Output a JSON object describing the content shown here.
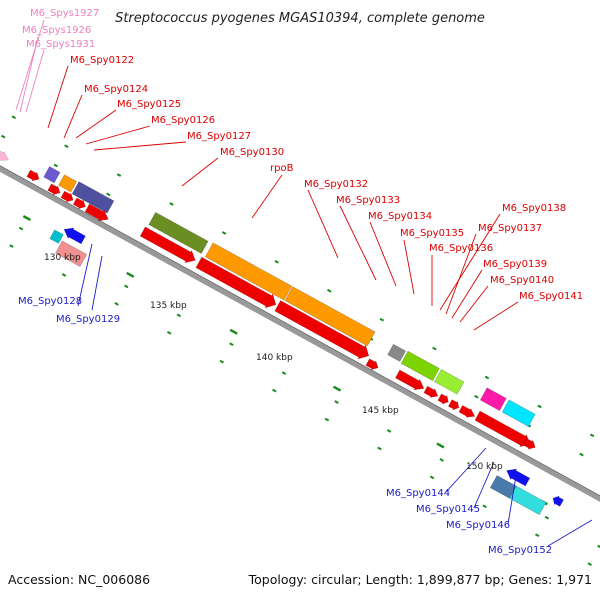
{
  "title": "Streptococcus pyogenes MGAS10394, complete genome",
  "footer": {
    "accession": "Accession: NC_006086",
    "summary": "Topology: circular; Length: 1,899,877 bp; Genes: 1,971"
  },
  "colors": {
    "axis": "#999999",
    "tick": "#1a8c1a",
    "forward_label": "#dd0000",
    "reverse_label": "#1c1cc8",
    "rna_label": "#ee80c0"
  },
  "scale_labels": [
    "130 kbp",
    "135 kbp",
    "140 kbp",
    "145 kbp",
    "150 kbp"
  ],
  "gene_labels": {
    "rna": [
      "M6_Spys1927",
      "M6_Spys1926",
      "M6_Spys1931"
    ],
    "forward": [
      "M6_Spy0122",
      "M6_Spy0124",
      "M6_Spy0125",
      "M6_Spy0126",
      "M6_Spy0127",
      "M6_Spy0130",
      "rpoB",
      "M6_Spy0132",
      "M6_Spy0133",
      "M6_Spy0134",
      "M6_Spy0135",
      "M6_Spy0136",
      "M6_Spy0138",
      "M6_Spy0137",
      "M6_Spy0139",
      "M6_Spy0140",
      "M6_Spy0141"
    ],
    "reverse": [
      "M6_Spy0128",
      "M6_Spy0129",
      "M6_Spy0144",
      "M6_Spy0145",
      "M6_Spy0146",
      "M6_Spy0152"
    ]
  }
}
